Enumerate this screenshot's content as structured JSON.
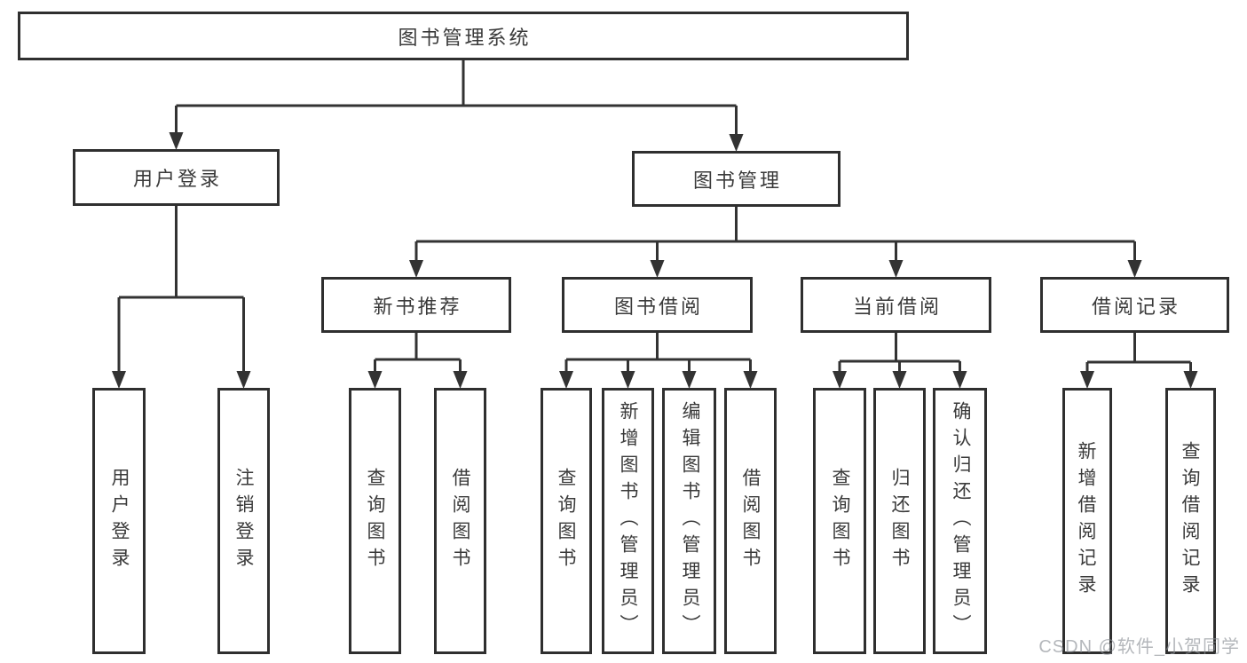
{
  "diagram": {
    "title": "图书管理系统",
    "nodes": {
      "root": {
        "label": "图书管理系统"
      },
      "login": {
        "label": "用户登录"
      },
      "mgmt": {
        "label": "图书管理"
      },
      "u_login": {
        "label": "用户登录"
      },
      "u_logout": {
        "label": "注销登录"
      },
      "newrec": {
        "label": "新书推荐"
      },
      "borrow": {
        "label": "图书借阅"
      },
      "current": {
        "label": "当前借阅"
      },
      "records": {
        "label": "借阅记录"
      },
      "n_query": {
        "label": "查询图书"
      },
      "n_borrow": {
        "label": "借阅图书"
      },
      "b_query": {
        "label": "查询图书"
      },
      "b_add": {
        "label": "新增图书（管理员）"
      },
      "b_edit": {
        "label": "编辑图书（管理员）"
      },
      "b_borrow": {
        "label": "借阅图书"
      },
      "c_query": {
        "label": "查询图书"
      },
      "c_return": {
        "label": "归还图书"
      },
      "c_confirm": {
        "label": "确认归还（管理员）"
      },
      "r_add": {
        "label": "新增借阅记录"
      },
      "r_query": {
        "label": "查询借阅记录"
      }
    },
    "edges": [
      {
        "from": "root",
        "to": "login"
      },
      {
        "from": "root",
        "to": "mgmt"
      },
      {
        "from": "login",
        "to": "u_login"
      },
      {
        "from": "login",
        "to": "u_logout"
      },
      {
        "from": "mgmt",
        "to": "newrec"
      },
      {
        "from": "mgmt",
        "to": "borrow"
      },
      {
        "from": "mgmt",
        "to": "current"
      },
      {
        "from": "mgmt",
        "to": "records"
      },
      {
        "from": "newrec",
        "to": "n_query"
      },
      {
        "from": "newrec",
        "to": "n_borrow"
      },
      {
        "from": "borrow",
        "to": "b_query"
      },
      {
        "from": "borrow",
        "to": "b_add"
      },
      {
        "from": "borrow",
        "to": "b_edit"
      },
      {
        "from": "borrow",
        "to": "b_borrow"
      },
      {
        "from": "current",
        "to": "c_query"
      },
      {
        "from": "current",
        "to": "c_return"
      },
      {
        "from": "current",
        "to": "c_confirm"
      },
      {
        "from": "records",
        "to": "r_add"
      },
      {
        "from": "records",
        "to": "r_query"
      }
    ],
    "colors": {
      "line": "#333333",
      "box_border": "#2f2f2f",
      "box_background": "#ffffff",
      "text": "#3a3a3a",
      "watermark": "#9aa0a6"
    }
  },
  "watermark": {
    "text": "CSDN @软件_小贺同学"
  }
}
